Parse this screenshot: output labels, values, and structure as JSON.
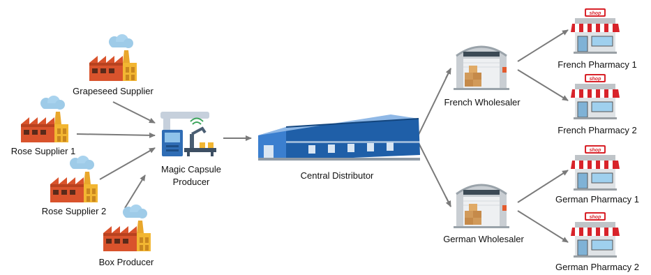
{
  "nodes": {
    "grapeseed_supplier": "Grapeseed Supplier",
    "rose_supplier_1": "Rose Supplier 1",
    "rose_supplier_2": "Rose Supplier 2",
    "box_producer": "Box Producer",
    "producer_line1": "Magic Capsule",
    "producer_line2": "Producer",
    "central_distributor": "Central Distributor",
    "french_wholesaler": "French Wholesaler",
    "german_wholesaler": "German Wholesaler",
    "french_pharmacy_1": "French Pharmacy 1",
    "french_pharmacy_2": "French Pharmacy 2",
    "german_pharmacy_1": "German Pharmacy 1",
    "german_pharmacy_2": "German Pharmacy 2"
  },
  "shop_sign": "shop",
  "icons": {
    "supplier": "factory-icon",
    "producer": "production-line-icon",
    "distributor": "warehouse-icon",
    "wholesaler": "storage-depot-icon",
    "pharmacy": "shop-icon"
  },
  "colors": {
    "arrow": "#7a7a7a",
    "factory_red": "#d9532c",
    "factory_yellow": "#f2b632",
    "cloud": "#9ecbe8",
    "warehouse_blue": "#1f5fa8",
    "awning_red": "#d8232a"
  }
}
